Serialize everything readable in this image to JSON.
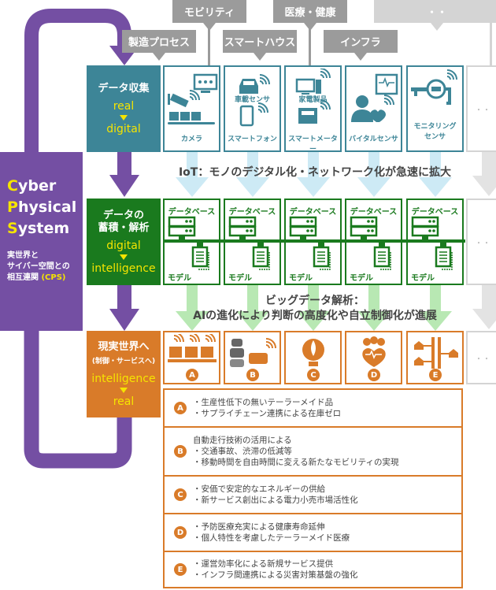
{
  "categories": [
    {
      "label": "製造プロセス"
    },
    {
      "label": "モビリティ"
    },
    {
      "label": "スマートハウス"
    },
    {
      "label": "医療・健康"
    },
    {
      "label": "インフラ"
    },
    {
      "label": "・・"
    }
  ],
  "cps": {
    "title_lines": [
      "Cyber",
      "Physical",
      "System"
    ],
    "subtitle": "実世界と\nサイバー空間との\n相互連関",
    "abbr": "(CPS)"
  },
  "stages": [
    {
      "title": "データ収集",
      "from": "real",
      "to": "digital",
      "color": "#3d8597"
    },
    {
      "title": "データの\n蓄積・解析",
      "from": "digital",
      "to": "intelligence",
      "color": "#1a7a1e"
    },
    {
      "title": "現実世界へ",
      "subtitle": "(制御・サービスへ)",
      "from": "intelligence",
      "to": "real",
      "color": "#d97b29"
    }
  ],
  "sensors": [
    {
      "captions": [
        "カメラ"
      ],
      "icons": [
        "monitor-icon",
        "security-camera-icon",
        "conveyor-icon"
      ]
    },
    {
      "captions": [
        "車載センサ",
        "スマートフォン"
      ],
      "icons": [
        "car-icon",
        "smartphone-icon"
      ]
    },
    {
      "captions": [
        "家電製品",
        "スマートメーター"
      ],
      "icons": [
        "pc-icon",
        "smart-meter-icon"
      ]
    },
    {
      "captions": [
        "バイタルセンサ"
      ],
      "icons": [
        "vital-monitor-icon",
        "person-heart-icon"
      ]
    },
    {
      "captions": [
        "モニタリング",
        "センサ"
      ],
      "icons": [
        "faucet-meter-icon"
      ]
    }
  ],
  "analysis": {
    "database_label": "データベース",
    "model_label": "モデル",
    "count": 5
  },
  "iot_headline": "IoT：モノのデジタル化・ネットワーク化が急速に拡大",
  "bigdata_headline": [
    "ビッグデータ解析：",
    "AIの進化により判断の高度化や自立制御化が進展"
  ],
  "ellipsis": "・・",
  "outcomes": [
    {
      "badge": "A",
      "icon": "factory-conveyor-icon",
      "lines": [
        "・生産性低下の無いテーラーメイド品",
        "・サプライチェーン連携による在庫ゼロ"
      ]
    },
    {
      "badge": "B",
      "icon": "autonomous-car-icon",
      "lines": [
        "自動走行技術の活用による",
        "・交通事故、渋滞の低減等",
        "・移動時間を自由時間に変える新たなモビリティの実現"
      ]
    },
    {
      "badge": "C",
      "icon": "light-bulb-icon",
      "lines": [
        "・安価で安定的なエネルギーの供給",
        "・新サービス創出による電力小売市場活性化"
      ]
    },
    {
      "badge": "D",
      "icon": "people-heart-icon",
      "lines": [
        "・予防医療充実による健康寿命延伸",
        "・個人特性を考慮したテーラーメイド医療"
      ]
    },
    {
      "badge": "E",
      "icon": "infrastructure-network-icon",
      "lines": [
        "・運営効率化による新規サービス提供",
        "・インフラ間連携による災害対策基盤の強化"
      ]
    }
  ],
  "colors": {
    "purple": "#744fa3",
    "teal": "#3d8597",
    "green": "#1a7a1e",
    "orange": "#d97b29",
    "yellow": "#f5e400",
    "tag_gray": "#9b9b9b",
    "light_blue": "#cdeaf5",
    "light_green": "#b8e8b3"
  }
}
